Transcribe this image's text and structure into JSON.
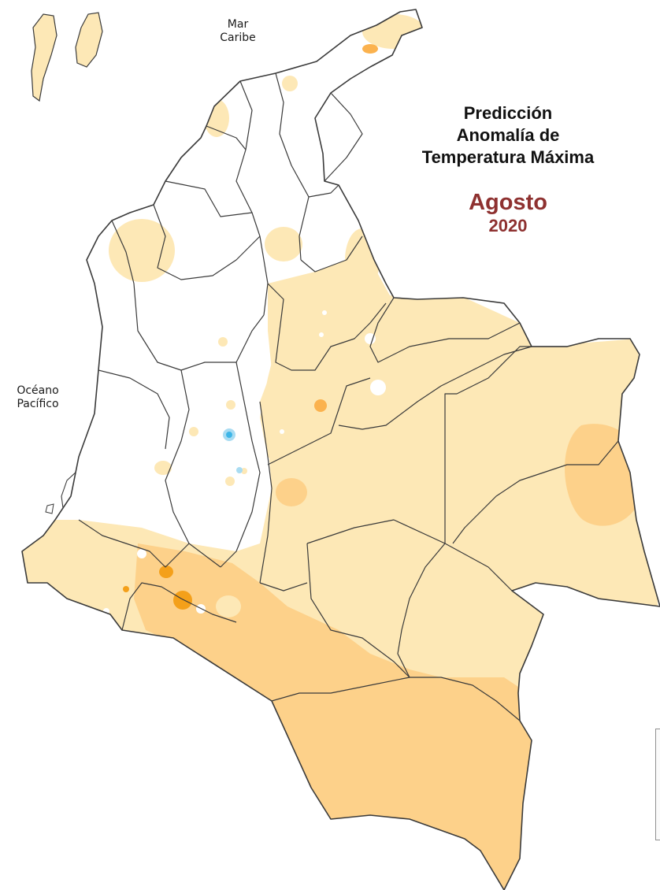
{
  "labels": {
    "sea_top": "Mar",
    "sea_bottom": "Caribe",
    "ocean_top": "Océano",
    "ocean_bottom": "Pacífico"
  },
  "title": {
    "line1": "Predicción",
    "line2": "Anomalía de",
    "line3": "Temperatura Máxima",
    "month": "Agosto",
    "year": "2020"
  },
  "colors": {
    "anomaly_light": "#fde8b6",
    "anomaly_medium": "#fdd18a",
    "anomaly_strong": "#f4a01a",
    "anomaly_cool": "#3eb6e8",
    "anomaly_cool_light": "#a9dcf2",
    "boundary": "#3a3a3a",
    "title_accent": "#8e3130"
  }
}
